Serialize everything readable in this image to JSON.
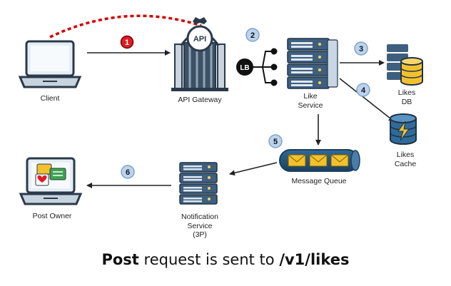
{
  "nodes": {
    "client": "Client",
    "api_gateway": "API Gateway",
    "api_sign": "API",
    "lb": "LB",
    "like_service": [
      "Like",
      "Service"
    ],
    "likes_db": [
      "Likes",
      "DB"
    ],
    "likes_cache": [
      "Likes",
      "Cache"
    ],
    "message_queue": "Message Queue",
    "notification_service": [
      "Notification",
      "Service",
      "(3P)"
    ],
    "post_owner": "Post Owner"
  },
  "steps": [
    "1",
    "2",
    "3",
    "4",
    "5",
    "6"
  ],
  "caption": {
    "bold1": "Post",
    "middle": " request is sent to ",
    "bold2": "/v1/likes"
  },
  "colors": {
    "step_red": "#e01b24",
    "step_blue": "#bcd3ee",
    "server": "#3f5f7f",
    "db": "#f2c12e",
    "dashed": "#d40000"
  }
}
